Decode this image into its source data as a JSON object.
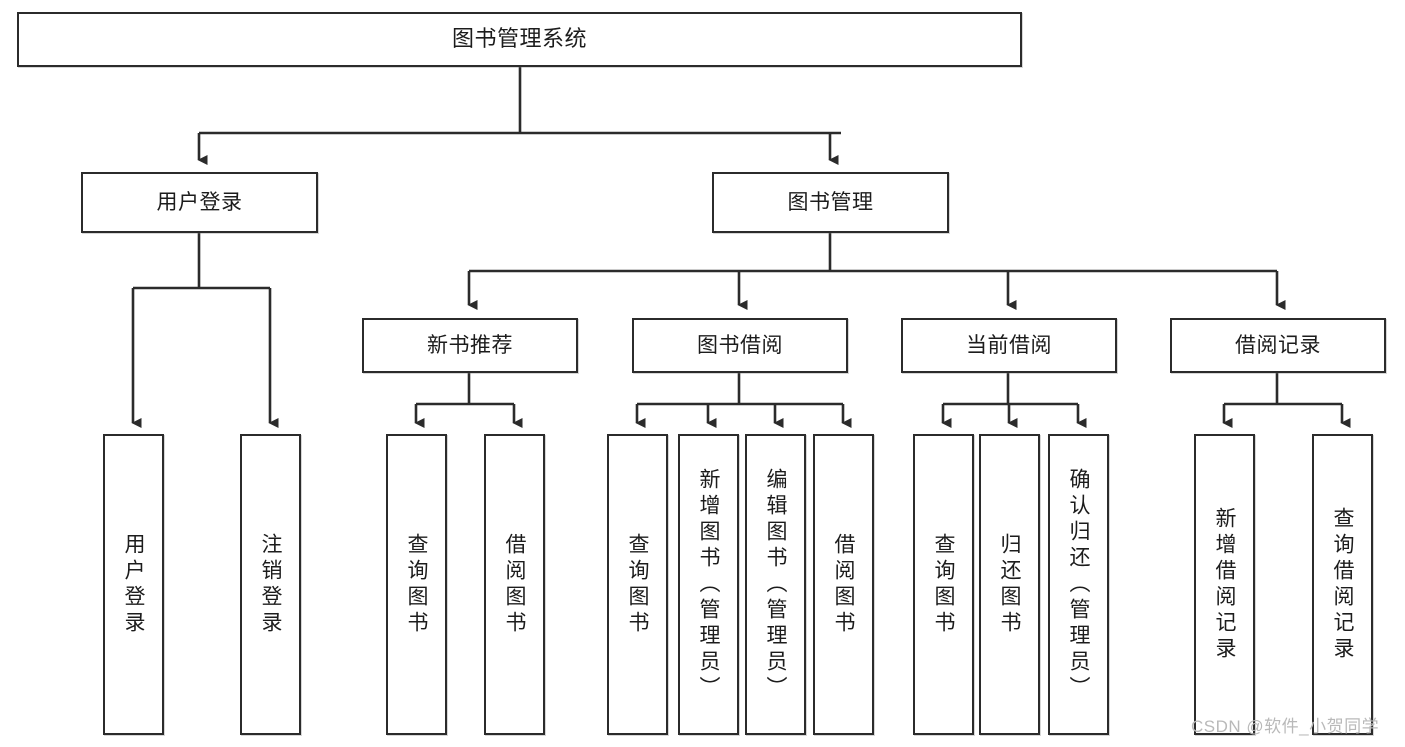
{
  "diagram": {
    "type": "tree",
    "title": "图书管理系统",
    "orientation": "top-down",
    "style": {
      "box_border_color": "#2b2b2b",
      "box_fill_color": "#ffffff",
      "connector_color": "#2b2b2b",
      "text_color": "#1c1c1c",
      "background_color": "#ffffff"
    },
    "root": {
      "label": "图书管理系统"
    },
    "level2": [
      {
        "label": "用户登录"
      },
      {
        "label": "图书管理"
      }
    ],
    "level3": [
      {
        "label": "新书推荐"
      },
      {
        "label": "图书借阅"
      },
      {
        "label": "当前借阅"
      },
      {
        "label": "借阅记录"
      }
    ],
    "leaves": {
      "user_login": [
        {
          "label": "用户登录"
        },
        {
          "label": "注销登录"
        }
      ],
      "new_book_recommend": [
        {
          "label": "查询图书"
        },
        {
          "label": "借阅图书"
        }
      ],
      "book_borrow": [
        {
          "label": "查询图书"
        },
        {
          "label": "新增图书（管理员）"
        },
        {
          "label": "编辑图书（管理员）"
        },
        {
          "label": "借阅图书"
        }
      ],
      "current_borrow": [
        {
          "label": "查询图书"
        },
        {
          "label": "归还图书"
        },
        {
          "label": "确认归还（管理员）"
        }
      ],
      "borrow_record": [
        {
          "label": "新增借阅记录"
        },
        {
          "label": "查询借阅记录"
        }
      ]
    }
  },
  "watermark": {
    "text": "CSDN @软件_小贺同学"
  }
}
